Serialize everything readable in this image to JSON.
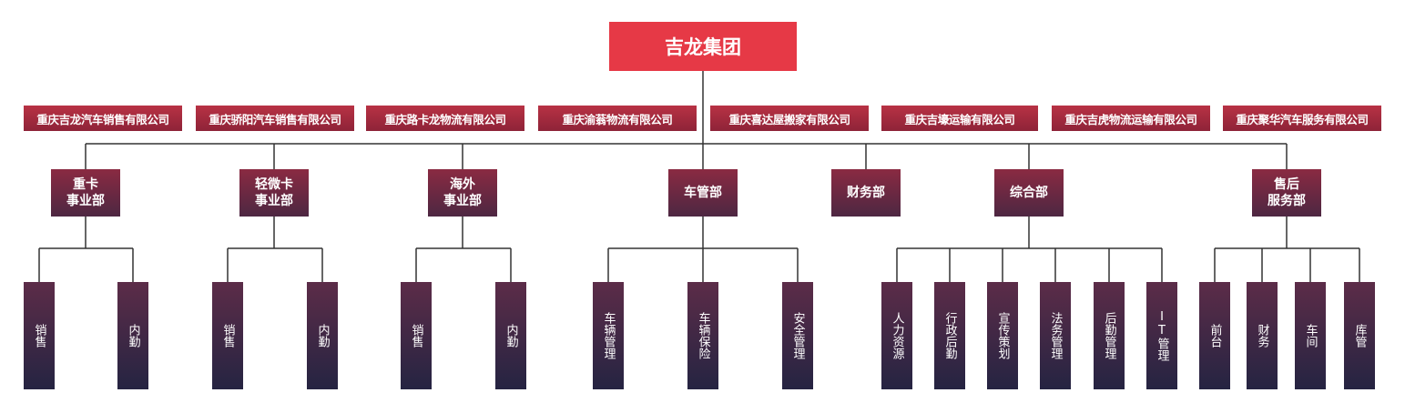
{
  "root": {
    "label": "吉龙集团"
  },
  "companies": [
    "重庆吉龙汽车销售有限公司",
    "重庆骄阳汽车销售有限公司",
    "重庆路卡龙物流有限公司",
    "重庆渝蓊物流有限公司",
    "重庆喜达屋搬家有限公司",
    "重庆吉壕运输有限公司",
    "重庆吉虎物流运输有限公司",
    "重庆聚华汽车服务有限公司"
  ],
  "departments": [
    {
      "label": "重卡\n事业部",
      "subs": [
        "销售",
        "内勤"
      ]
    },
    {
      "label": "轻微卡\n事业部",
      "subs": [
        "销售",
        "内勤"
      ]
    },
    {
      "label": "海外\n事业部",
      "subs": [
        "销售",
        "内勤"
      ]
    },
    {
      "label": "车管部",
      "subs": [
        "车辆管理",
        "车辆保险",
        "安全管理"
      ]
    },
    {
      "label": "财务部",
      "subs": []
    },
    {
      "label": "综合部",
      "subs": [
        "人力资源",
        "行政后勤",
        "宣传策划",
        "法务管理",
        "后勤管理",
        "IT管理"
      ]
    },
    {
      "label": "售后\n服务部",
      "subs": [
        "前台",
        "财务",
        "车间",
        "库管"
      ]
    }
  ],
  "colors": {
    "root": "#e63946",
    "company": "#8e2338",
    "dept": "#6a2842",
    "sub": "#3a2744",
    "line": "#333333"
  }
}
